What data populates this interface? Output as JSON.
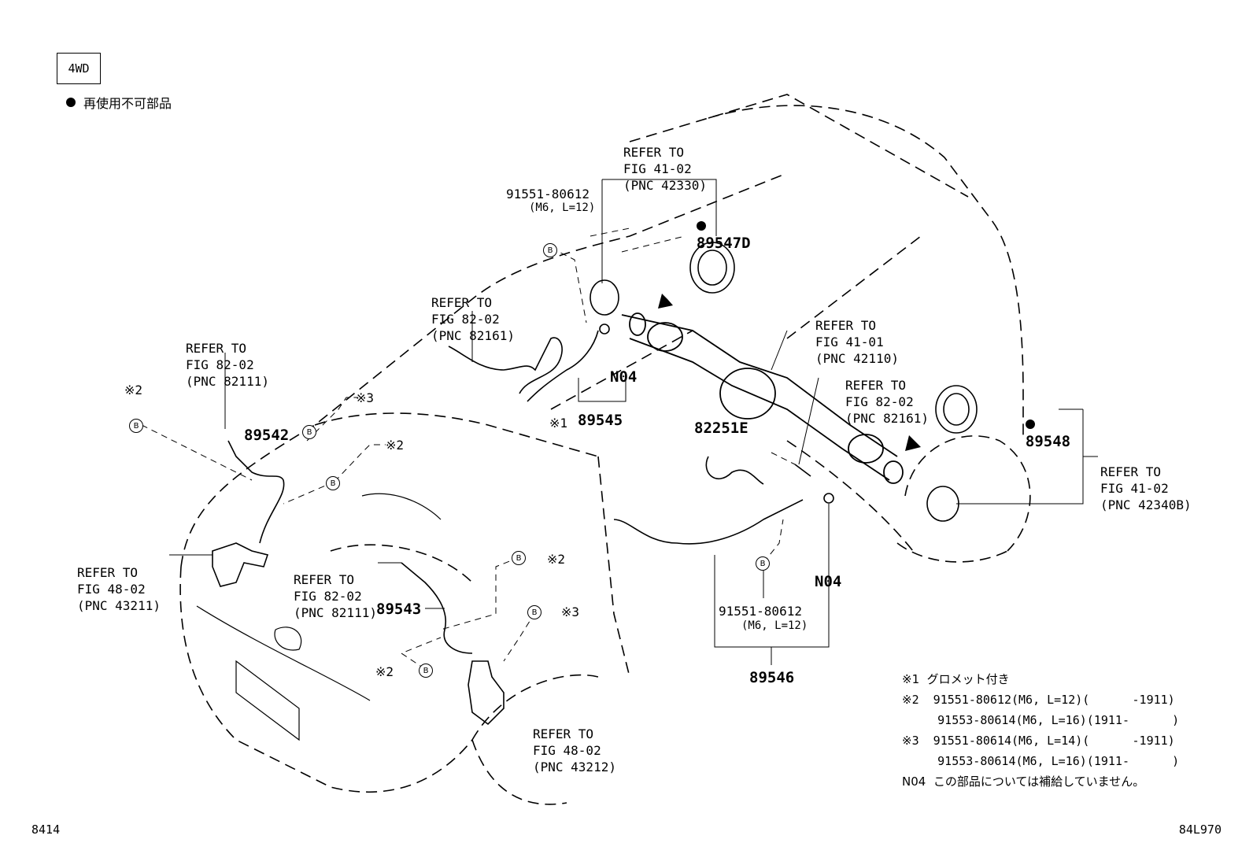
{
  "badge": "4WD",
  "legend": {
    "symbol": "●",
    "text": "再使用不可部品"
  },
  "refs": {
    "r1": [
      "REFER TO",
      "FIG 41-02",
      "(PNC 42330)"
    ],
    "r2": [
      "REFER TO",
      "FIG 82-02",
      "(PNC 82161)"
    ],
    "r3": [
      "REFER TO",
      "FIG 82-02",
      "(PNC 82111)"
    ],
    "r4": [
      "REFER TO",
      "FIG 41-01",
      "(PNC 42110)"
    ],
    "r5": [
      "REFER TO",
      "FIG 82-02",
      "(PNC 82161)"
    ],
    "r6": [
      "REFER TO",
      "FIG 41-02",
      "(PNC 42340B)"
    ],
    "r7": [
      "REFER TO",
      "FIG 48-02",
      "(PNC 43211)"
    ],
    "r8": [
      "REFER TO",
      "FIG 82-02",
      "(PNC 82111)"
    ],
    "r9": [
      "REFER TO",
      "FIG 48-02",
      "(PNC 43212)"
    ]
  },
  "parts": {
    "p89547D": "89547D",
    "p89548": "89548",
    "p89545": "89545",
    "p89542": "89542",
    "p89543": "89543",
    "p89546": "89546",
    "p82251E": "82251E",
    "n04a": "N04",
    "n04b": "N04",
    "bolt1": "91551-80612",
    "bolt1spec": "(M6, L=12)",
    "bolt2": "91551-80612",
    "bolt2spec": "(M6, L=12)"
  },
  "marks": {
    "m2a": "※2",
    "m3a": "※3",
    "m2b": "※2",
    "m2c": "※2",
    "m3b": "※3",
    "m2d": "※2",
    "m1": "※1",
    "b": "B"
  },
  "notes": [
    "※1  グロメット付き",
    "※2  91551-80612(M6, L=12)(      -1911)",
    "     91553-80614(M6, L=16)(1911-      )",
    "※3  91551-80614(M6, L=14)(      -1911)",
    "     91553-80614(M6, L=16)(1911-      )",
    "N04  この部品については補給していません。"
  ],
  "footer": {
    "left": "8414",
    "right": "84L970"
  }
}
